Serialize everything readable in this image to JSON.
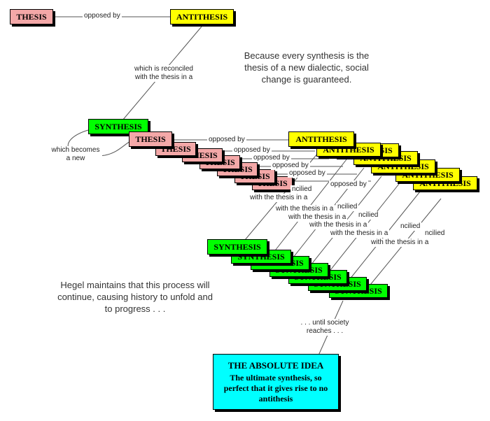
{
  "nodes": {
    "thesis": "THESIS",
    "antithesis": "ANTITHESIS",
    "synthesis": "SYNTHESIS",
    "absolute_title": "THE ABSOLUTE IDEA",
    "absolute_desc": "The ultimate synthesis, so perfect that it gives rise to no antithesis"
  },
  "links": {
    "opposed_by": "opposed by",
    "reconciled": "which is reconciled with the thesis in a",
    "reconciled_frag_1": "ncilied",
    "reconciled_frag_2": "with the thesis in a",
    "becomes": "which becomes a new",
    "until": ". . . until society reaches . . ."
  },
  "notes": {
    "dialectic": "Because every synthesis is the thesis of a new dialectic, social change is guaranteed.",
    "hegel": "Hegel maintains that this process will continue, causing history to unfold and to progress . . ."
  },
  "colors": {
    "thesis": "#f4a8a8",
    "antithesis": "#ffff00",
    "synthesis": "#00ff00",
    "absolute": "#00ffff"
  }
}
